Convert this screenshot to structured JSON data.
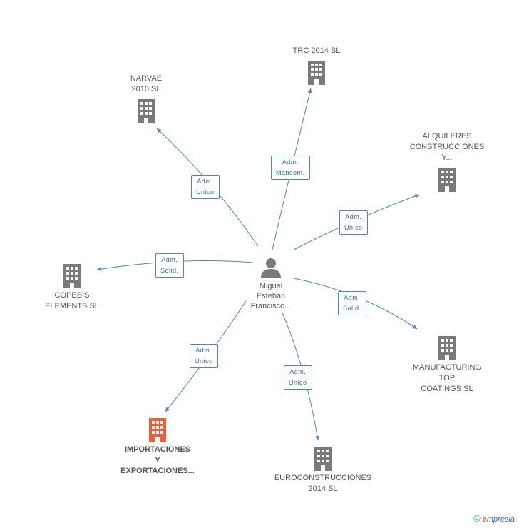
{
  "center": {
    "name_lines": "Miguel\nEsteban\nFrancisco...",
    "icon": "person-icon"
  },
  "companies": [
    {
      "id": "narvae",
      "label": "NARVAE\n2010 SL",
      "highlight": false,
      "role": "Adm.\nUnico"
    },
    {
      "id": "trc",
      "label": "TRC 2014 SL",
      "highlight": false,
      "role": "Adm.\nMancom."
    },
    {
      "id": "alquileres",
      "label": "ALQUILERES\nCONSTRUCCIONES\nY...",
      "highlight": false,
      "role": "Adm.\nUnico"
    },
    {
      "id": "copebis",
      "label": "COPEBIS\nELEMENTS SL",
      "highlight": false,
      "role": "Adm.\nSolid."
    },
    {
      "id": "manufacturing",
      "label": "MANUFACTURING\nTOP\nCOATINGS  SL",
      "highlight": false,
      "role": "Adm.\nSolid."
    },
    {
      "id": "importaciones",
      "label": "IMPORTACIONES\nY\nEXPORTACIONES...",
      "highlight": true,
      "role": "Adm.\nUnico"
    },
    {
      "id": "euroconstrucciones",
      "label": "EUROCONSTRUCCIONES\n2014 SL",
      "highlight": false,
      "role": "Adm.\nUnico"
    }
  ],
  "colors": {
    "edge": "#4a86c8",
    "building": "#7a7a7a",
    "building_highlight": "#e8603c"
  },
  "footer": {
    "copyright": "©",
    "brand_first": "e",
    "brand_rest": "mpresia"
  }
}
